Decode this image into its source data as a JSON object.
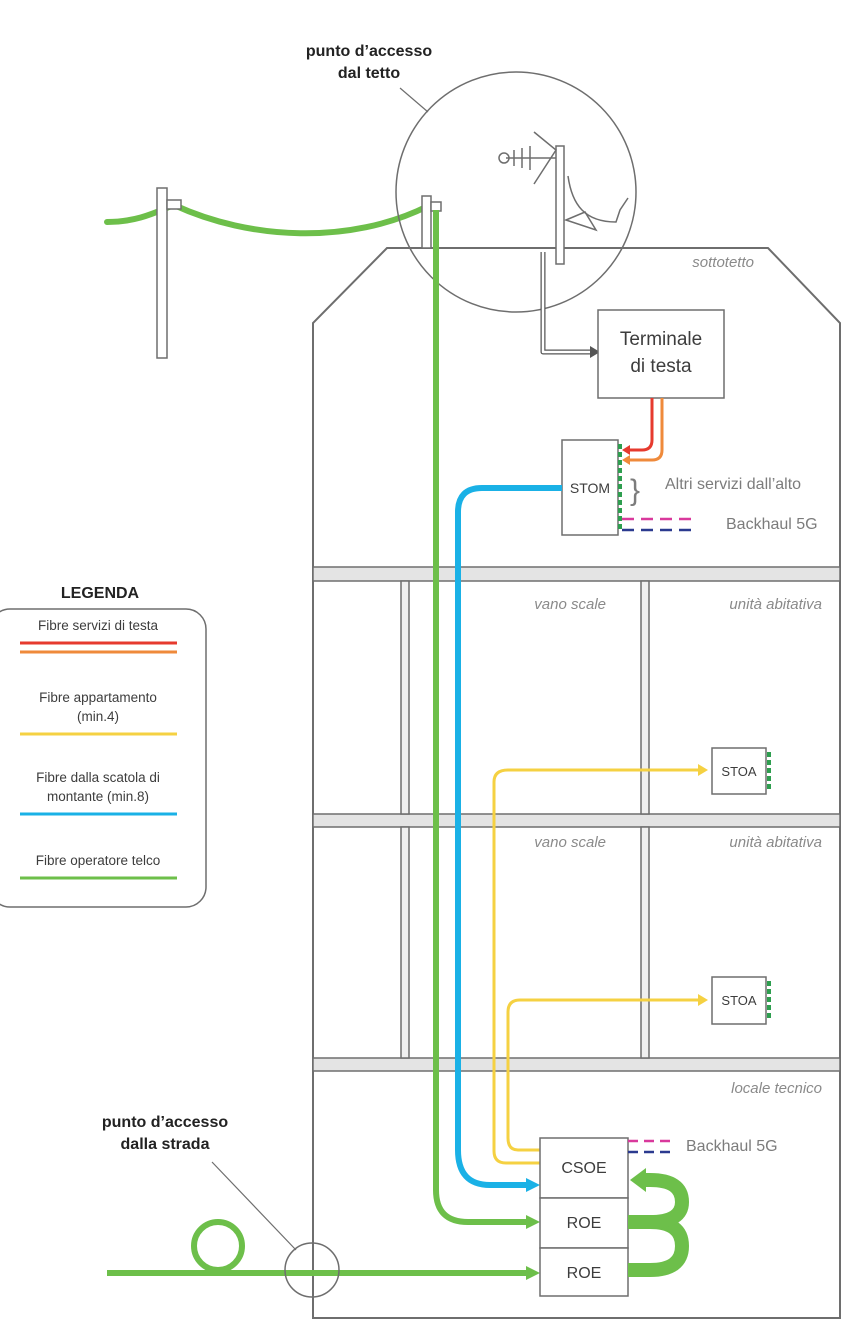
{
  "labels": {
    "roof_access": [
      "punto d’accesso",
      "dal tetto"
    ],
    "street_access": [
      "punto d’accesso",
      "dalla strada"
    ],
    "attic": "sottotetto",
    "head_terminal": [
      "Terminale",
      "di testa"
    ],
    "stom": "STOM",
    "other_services": "Altri servizi dall’alto",
    "backhaul_top": "Backhaul 5G",
    "backhaul_bottom": "Backhaul 5G",
    "stairwell_1": "vano scale",
    "unit_1": "unità abitativa",
    "stairwell_2": "vano scale",
    "unit_2": "unità abitativa",
    "stoa_1": "STOA",
    "stoa_2": "STOA",
    "technical_room": "locale tecnico",
    "csoe": "CSOE",
    "roe_1": "ROE",
    "roe_2": "ROE"
  },
  "legend": {
    "title": "LEGENDA",
    "items": [
      {
        "label": [
          "Fibre servizi di testa"
        ],
        "colors": [
          "#e63a2e",
          "#ef8a3b"
        ]
      },
      {
        "label": [
          "Fibre appartamento",
          "(min.4)"
        ],
        "colors": [
          "#f5d142"
        ]
      },
      {
        "label": [
          "Fibre dalla scatola di",
          "montante (min.8)"
        ],
        "colors": [
          "#1ab1e6"
        ]
      },
      {
        "label": [
          "Fibre operatore telco"
        ],
        "colors": [
          "#6dbf4a"
        ]
      }
    ]
  },
  "colors": {
    "green": "#6dbf4a",
    "blue": "#1ab1e6",
    "yellow": "#f5d142",
    "red": "#e63a2e",
    "orange": "#ef8a3b",
    "magenta": "#d9399c",
    "navy": "#2b3a8f",
    "outline": "#6e6e6e",
    "port_green": "#2e9e4f"
  }
}
